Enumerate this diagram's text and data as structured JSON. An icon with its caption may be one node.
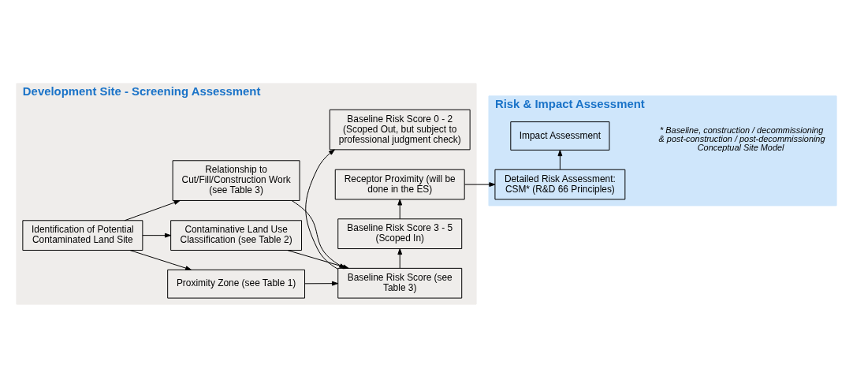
{
  "diagram": {
    "nodes": [
      {
        "text": [
          "Development Site - Screening Assessment"
        ]
      },
      {
        "text": [
          "Identification of Potential Contaminated Land Site"
        ],
        "in": 0
      },
      {
        "text": [
          "Proximity Zone (see Table 1)"
        ],
        "in": 0
      },
      {
        "text": [
          "Contaminative Land Use Classification (see Table 2)"
        ],
        "in": 0
      },
      {
        "text": [
          "Relationship to Cut/Fill/Construction Work (see Table 3)"
        ],
        "in": 0
      },
      {
        "text": [
          "Baseline Risk Score 0 - 2 (Scoped Out, but subject to professional judgment check)"
        ],
        "in": 0
      },
      {
        "text": [
          "Baseline Risk Score (see Table 3)"
        ],
        "in": 0
      },
      {
        "text": [
          "Baseline Risk Score 3 - 5 (Scoped In)"
        ],
        "in": 0
      },
      {
        "text": [
          "Receptor Proximity (will be done in the ES)"
        ],
        "in": 0
      },
      {
        "text": [
          "Risk & Impact Assessment"
        ]
      },
      {
        "text": [
          "Impact Assessment"
        ],
        "in": 9
      },
      {
        "text": [
          "Detailed Risk Assessment: CSM* (R&D 66 Principles)"
        ],
        "in": 9
      }
    ],
    "edges": [
      {
        "from": 1,
        "to": 2,
        "arrow": "to"
      },
      {
        "from": 1,
        "to": 3,
        "arrow": "to"
      },
      {
        "from": 1,
        "to": 4,
        "arrow": "to"
      },
      {
        "from": 2,
        "to": 6,
        "arrow": "to"
      },
      {
        "from": 3,
        "to": 6,
        "arrow": "to"
      },
      {
        "from": 4,
        "to": 6,
        "arrow": "to"
      },
      {
        "from": 6,
        "to": 5,
        "arrow": "to"
      },
      {
        "from": 6,
        "to": 7,
        "arrow": "to"
      },
      {
        "from": 7,
        "to": 8,
        "arrow": "to"
      },
      {
        "from": 8,
        "to": 11,
        "arrow": "to"
      },
      {
        "from": 11,
        "to": 10,
        "arrow": "to"
      }
    ],
    "labels": [
      "* Baseline, construction / decommissioning & post-construction / post-decommissioning Conceptual Site Model"
    ]
  }
}
